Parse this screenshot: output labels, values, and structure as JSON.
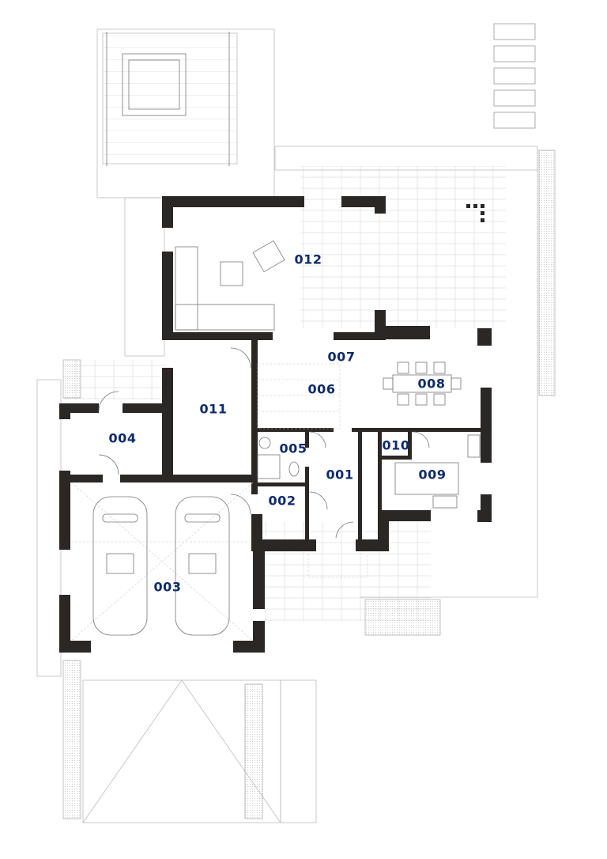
{
  "plan": {
    "wall_color": "#2b2725",
    "label_color": "#0d2a6e",
    "rooms": [
      {
        "id": "012"
      },
      {
        "id": "007"
      },
      {
        "id": "006"
      },
      {
        "id": "008"
      },
      {
        "id": "011"
      },
      {
        "id": "004"
      },
      {
        "id": "005"
      },
      {
        "id": "010"
      },
      {
        "id": "001"
      },
      {
        "id": "009"
      },
      {
        "id": "002"
      },
      {
        "id": "003"
      }
    ]
  }
}
